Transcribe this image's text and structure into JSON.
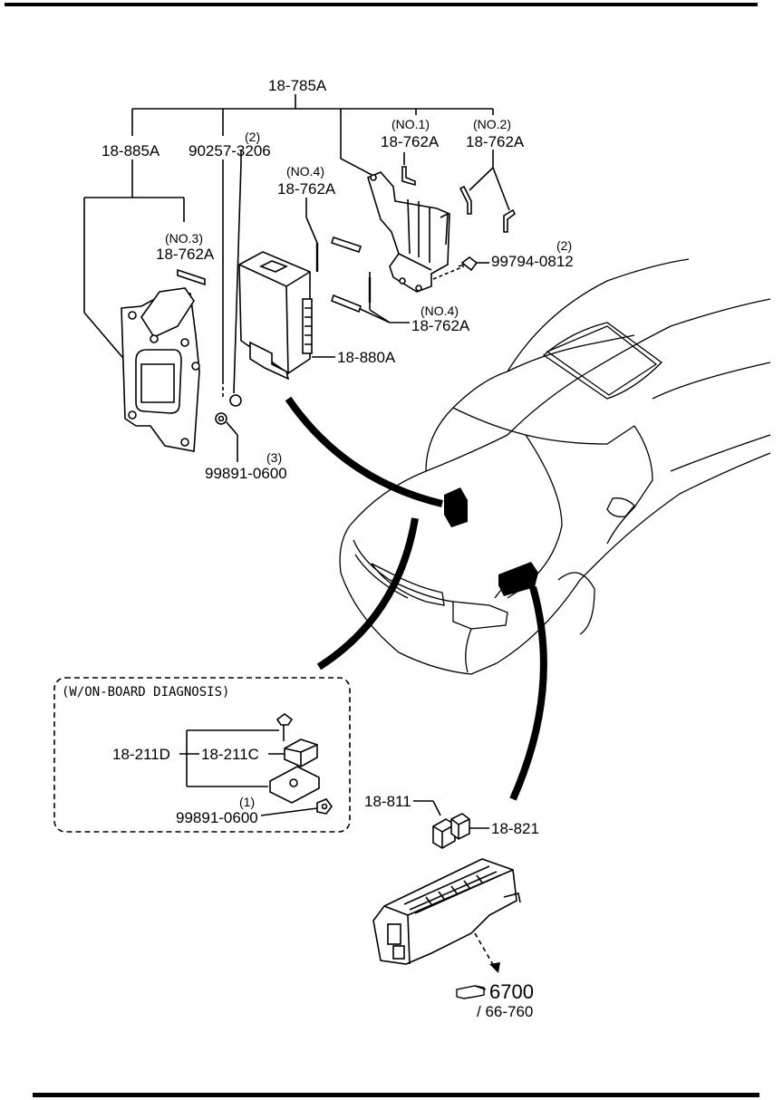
{
  "labels": {
    "harness_main": "18-785A",
    "bracket_a": "18-885A",
    "clip_qty": "(2)",
    "clip": "90257-3206",
    "no1": "(NO.1)",
    "no1_part": "18-762A",
    "no2": "(NO.2)",
    "no2_part": "18-762A",
    "no4_top": "(NO.4)",
    "no4_top_part": "18-762A",
    "no3": "(NO.3)",
    "no3_part": "18-762A",
    "bolt_qty": "(2)",
    "bolt": "99794-0812",
    "no4_bottom": "(NO.4)",
    "no4_bottom_part": "18-762A",
    "module": "18-880A",
    "nut_qty": "(3)",
    "nut": "99891-0600",
    "obd_title": "(W/ON-BOARD DIAGNOSIS)",
    "obd_outer": "18-211D",
    "obd_inner": "18-211C",
    "obd_nut_qty": "(1)",
    "obd_nut": "99891-0600",
    "relay_left": "18-811",
    "relay_right": "18-821",
    "ref_page": "6700",
    "ref_sub": "/ 66-760"
  },
  "icons": [
    "pointing-hand-icon"
  ]
}
